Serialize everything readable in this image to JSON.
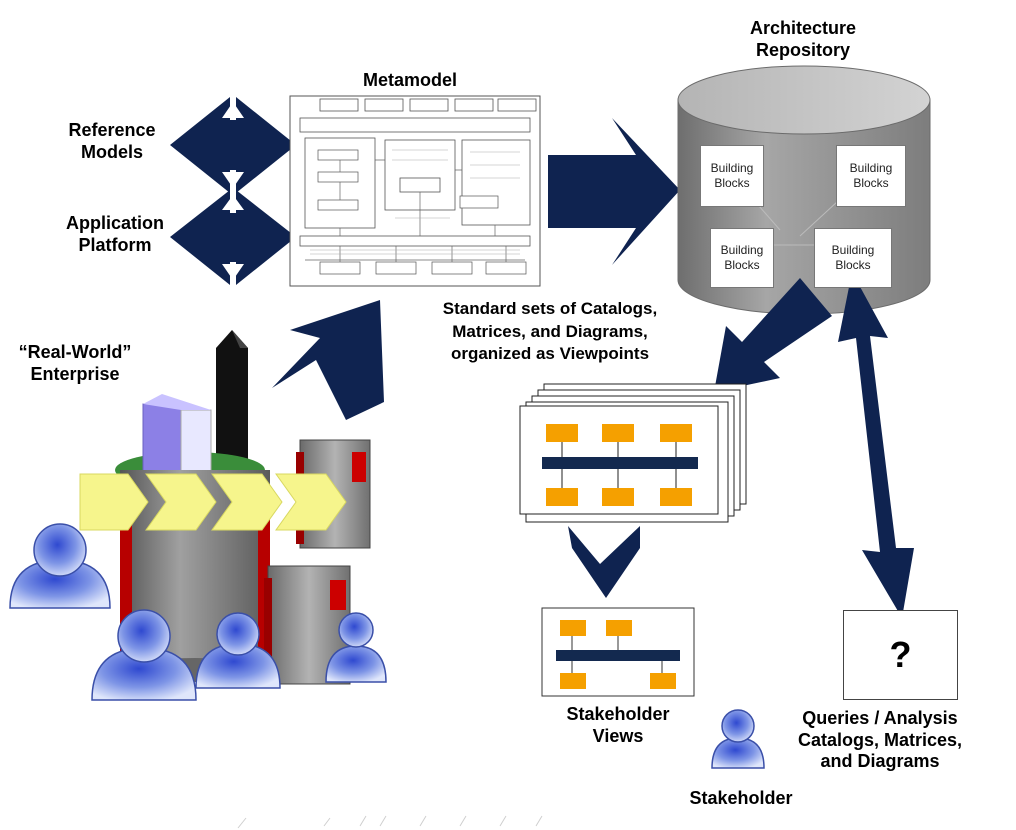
{
  "labels": {
    "metamodel": "Metamodel",
    "architecture_repository": "Architecture\nRepository",
    "reference_models": "Reference\nModels",
    "application_platform": "Application\nPlatform",
    "real_world_enterprise": "“Real-World”\nEnterprise",
    "standard_sets": "Standard sets of Catalogs,\nMatrices, and Diagrams,\norganized as Viewpoints",
    "stakeholder_views": "Stakeholder\nViews",
    "stakeholder": "Stakeholder",
    "queries_analysis": "Queries / Analysis\nCatalogs, Matrices,\nand Diagrams",
    "question_mark": "?"
  },
  "building_blocks": [
    "Building\nBlocks",
    "Building\nBlocks",
    "Building\nBlocks",
    "Building\nBlocks"
  ],
  "colors": {
    "arrow_navy": "#0f2350",
    "cylinder_gray": "#8f8f8f",
    "view_orange": "#f5a000",
    "view_bar": "#13294f",
    "chevron_yellow": "#f6f58c",
    "person_blue": "#5a74d8"
  }
}
